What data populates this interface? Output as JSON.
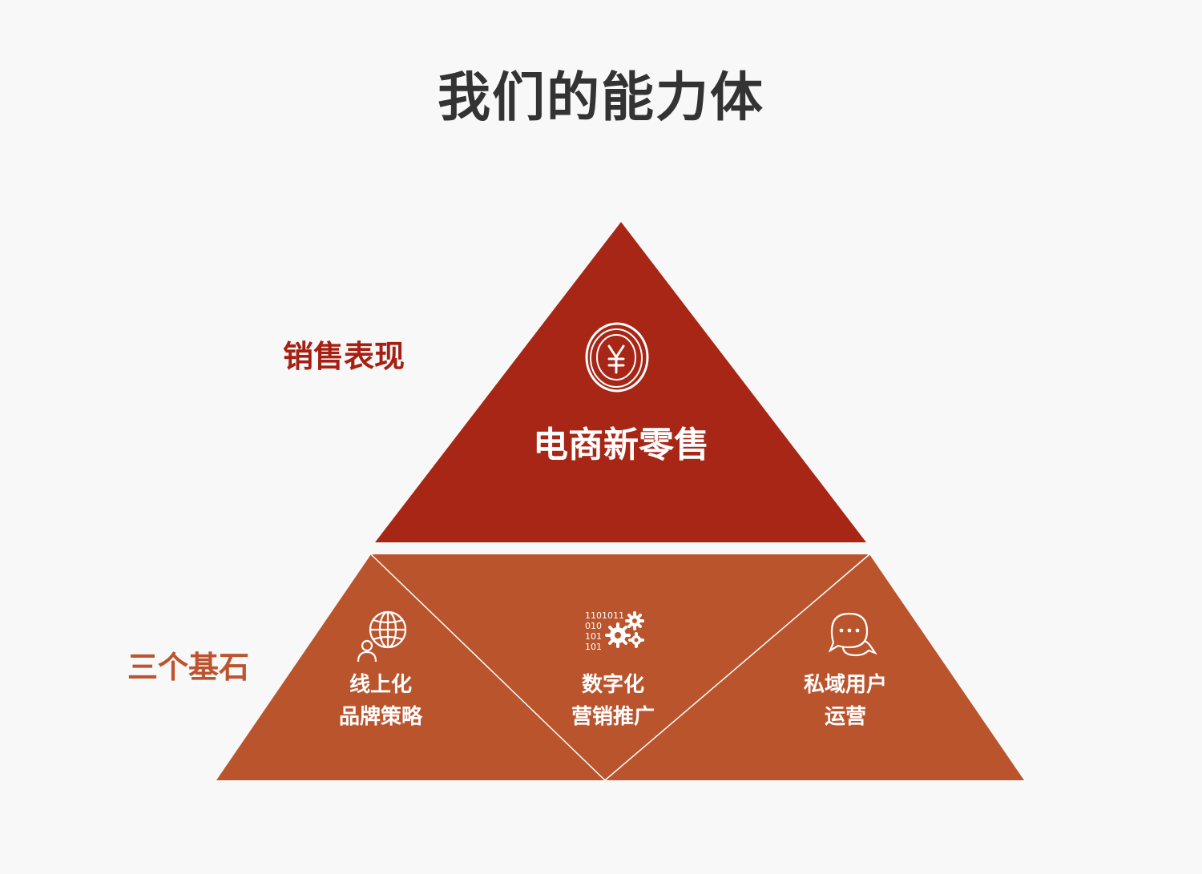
{
  "title": "我们的能力体",
  "colors": {
    "top_triangle": "#a72616",
    "base_triangles": "#ba542d",
    "label_top": "#a51f12",
    "label_bottom": "#bc5430",
    "title_text": "#333333"
  },
  "side_labels": {
    "top": "销售表现",
    "bottom": "三个基石"
  },
  "top_block": {
    "icon": "yen-coin-icon",
    "label": "电商新零售"
  },
  "base_blocks": [
    {
      "icon": "globe-user-icon",
      "line1": "线上化",
      "line2": "品牌策略"
    },
    {
      "icon": "binary-gears-icon",
      "line1": "数字化",
      "line2": "营销推广",
      "binary_digits": [
        "1101011",
        "010",
        "101",
        "101"
      ]
    },
    {
      "icon": "chat-bubbles-icon",
      "line1": "私域用户",
      "line2": "运营"
    }
  ]
}
